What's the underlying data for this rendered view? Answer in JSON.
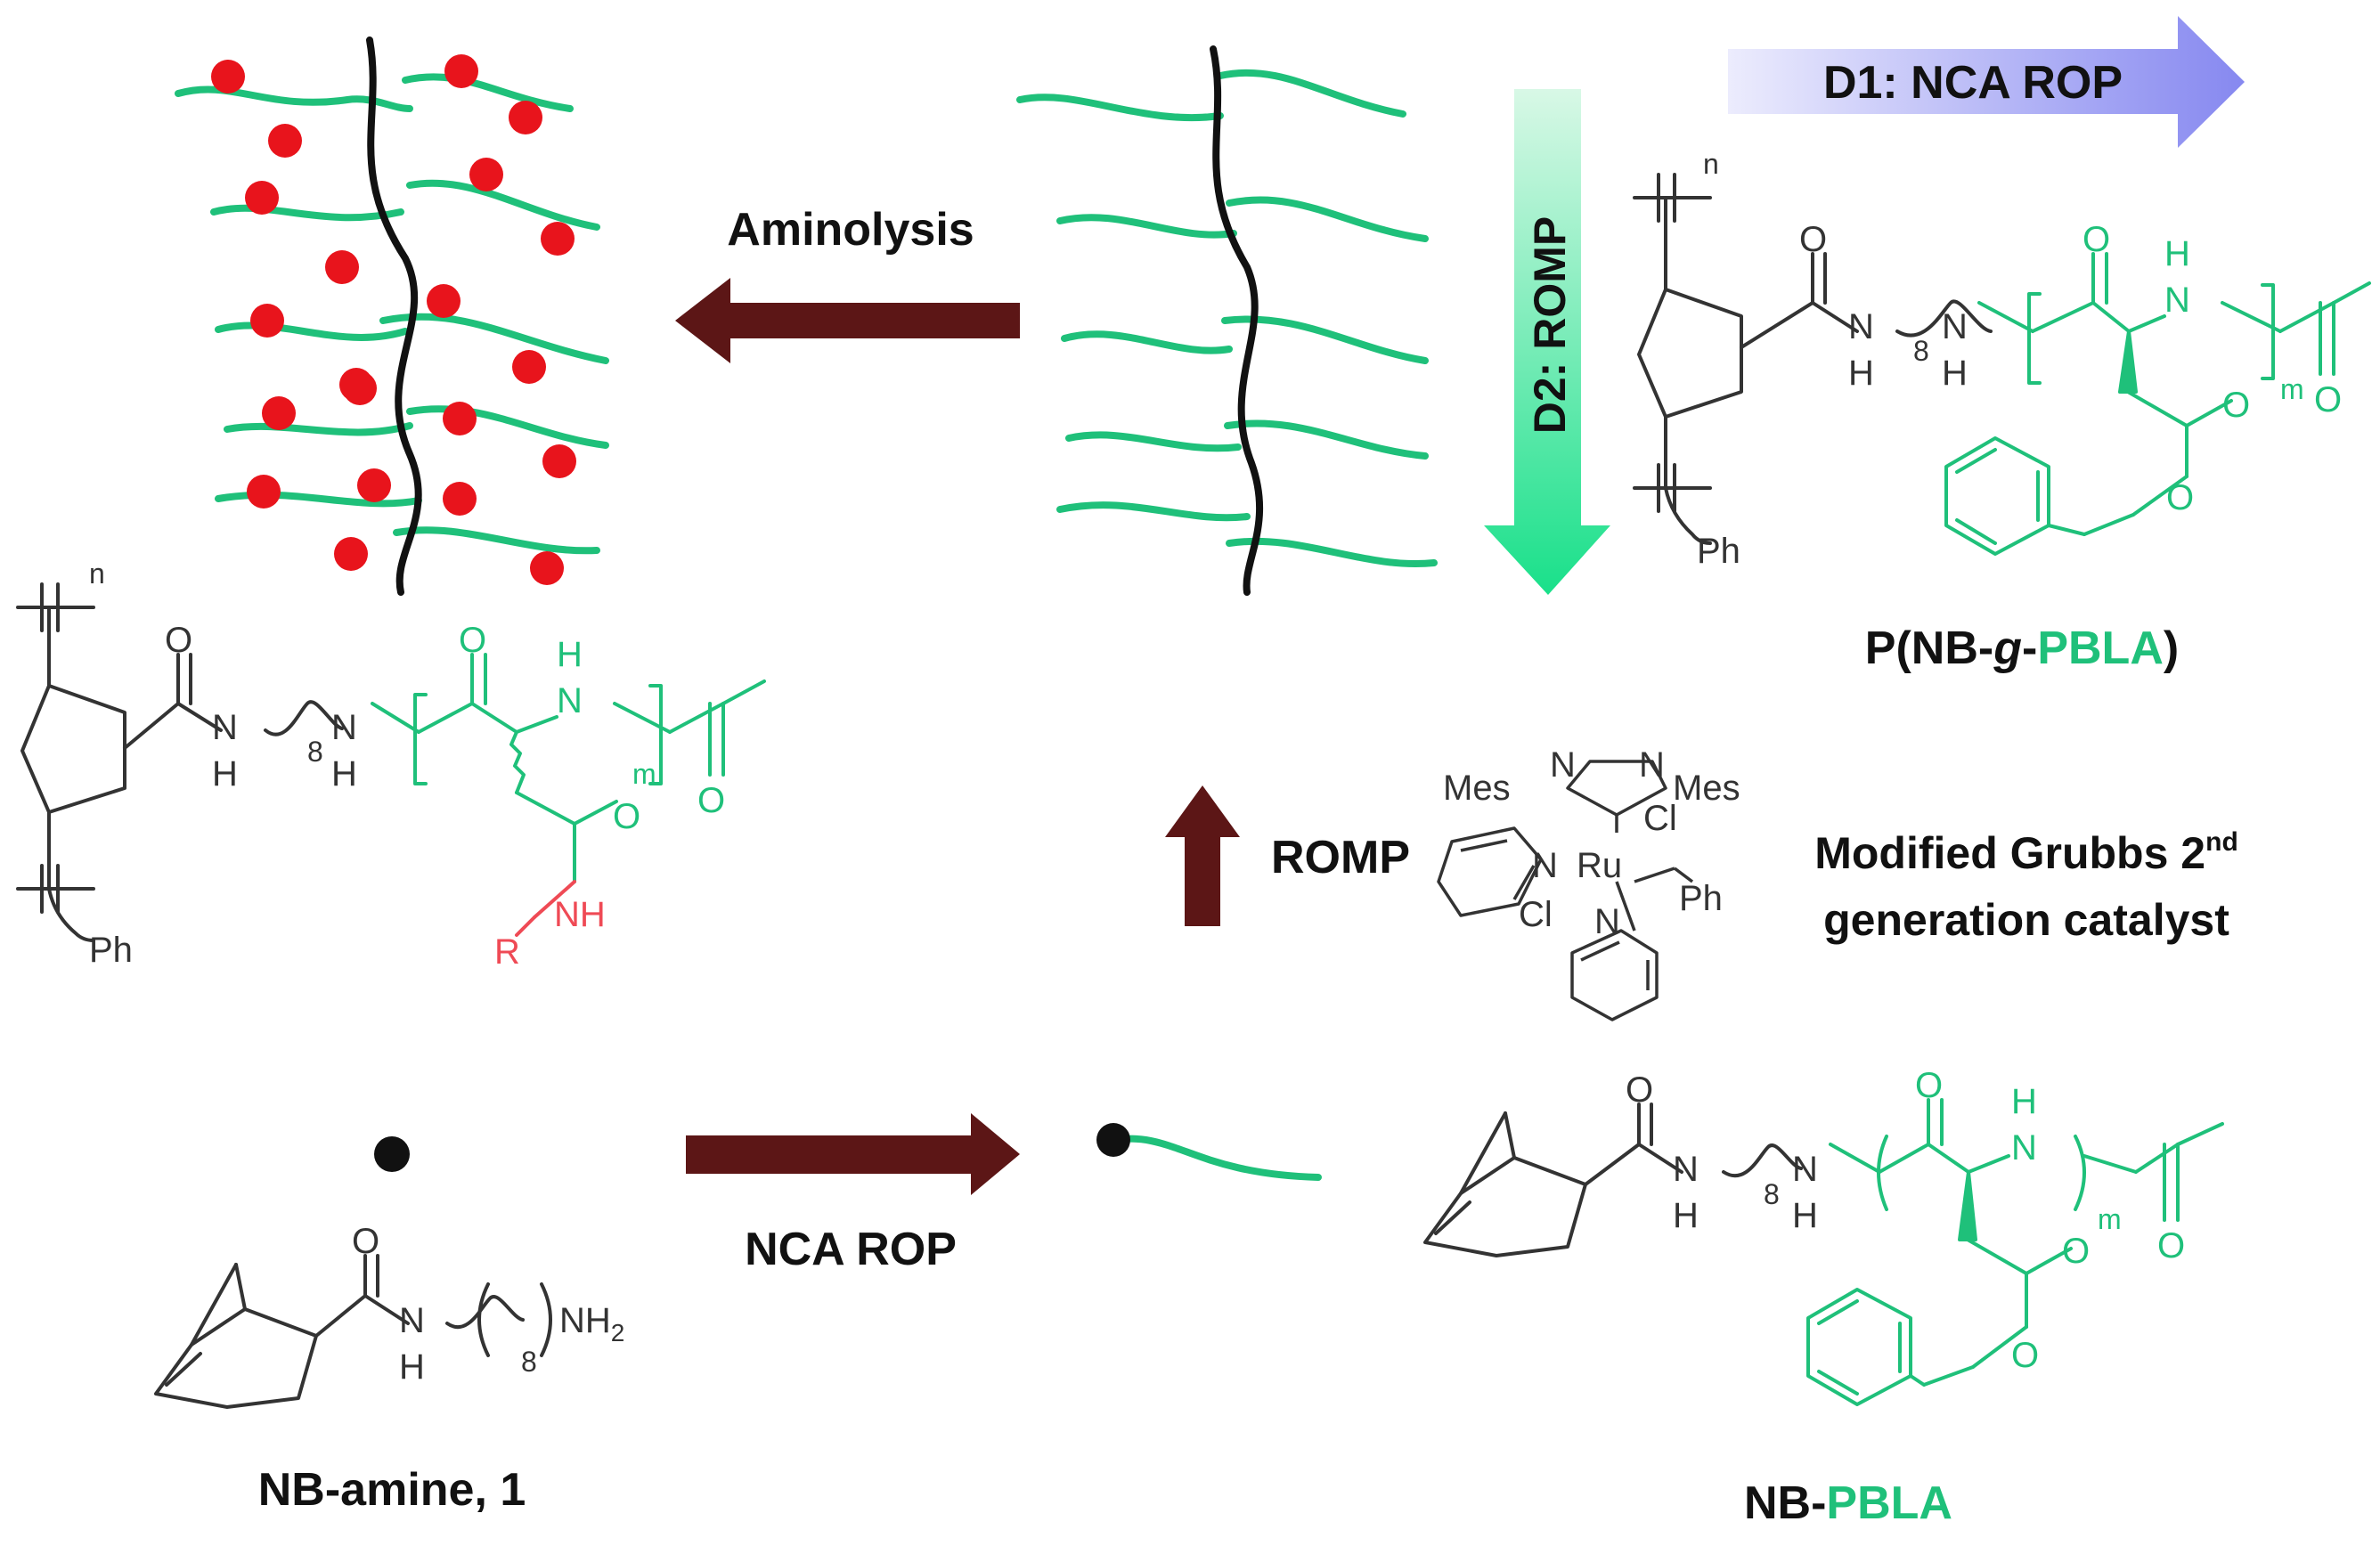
{
  "colors": {
    "green": "#1fc07a",
    "red": "#e8141c",
    "arrow_dark": "#5c1616",
    "black": "#111111",
    "struct_gray": "#333333",
    "red_text": "#ef4a55",
    "d1_arrow_light": "#e4e4fb",
    "d1_arrow_dark": "#8c8ef0",
    "d2_arrow_light": "#ccf6de",
    "d2_arrow_dark": "#1fe08e"
  },
  "labels": {
    "aminolysis": "Aminolysis",
    "d1": "D1: NCA ROP",
    "d2": "D2: ROMP",
    "romp": "ROMP",
    "nca_rop": "NCA ROP",
    "catalyst_line1_pre": "Modified Grubbs 2",
    "catalyst_line1_sup": "nd",
    "catalyst_line2": "generation catalyst",
    "pnbgpbla_pre": "P(NB-",
    "pnbgpbla_g": "g",
    "pnbgpbla_dash": "-",
    "pnbgpbla_pbla": "PBLA",
    "pnbgpbla_post": ")",
    "nbpbla_pre": "NB-",
    "nbpbla_pbla": "PBLA",
    "nbamine": "NB-amine, 1"
  },
  "atoms": {
    "n": "n",
    "m": "m",
    "o": "O",
    "h": "H",
    "n_atom": "N",
    "nh": "NH",
    "nh2": "NH",
    "nh2_sub": "2",
    "eight": "8",
    "ph": "Ph",
    "r": "R",
    "mes": "Mes",
    "cl": "Cl",
    "ru": "Ru",
    "n_ru": "N"
  },
  "icons": {
    "red_dot": "red-circle",
    "chain_end": "black-dot"
  }
}
